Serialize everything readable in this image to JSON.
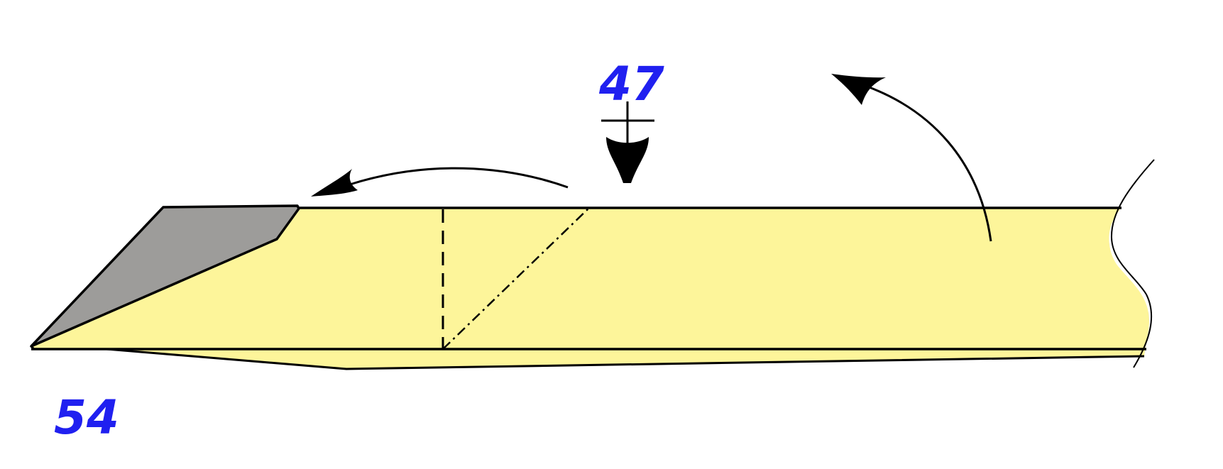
{
  "diagram": {
    "step_numbers": {
      "current_step": "54",
      "reference_step": "47"
    },
    "colors": {
      "paper": "#fdf59a",
      "folded_flap": "#9d9c9a",
      "outline": "#000000",
      "step_number": "#2020f0"
    },
    "symbols": {
      "fold_arrow_left": "curved-arrow-left-icon",
      "fold_arrow_up": "curved-arrow-up-icon",
      "push_arrow": "push-down-arrow-icon",
      "repeat_crosshair": "crosshair-icon",
      "valley_fold_line": "dashed-line",
      "mountain_fold_line": "dash-dot-line",
      "paper_break": "wavy-break-line"
    }
  }
}
